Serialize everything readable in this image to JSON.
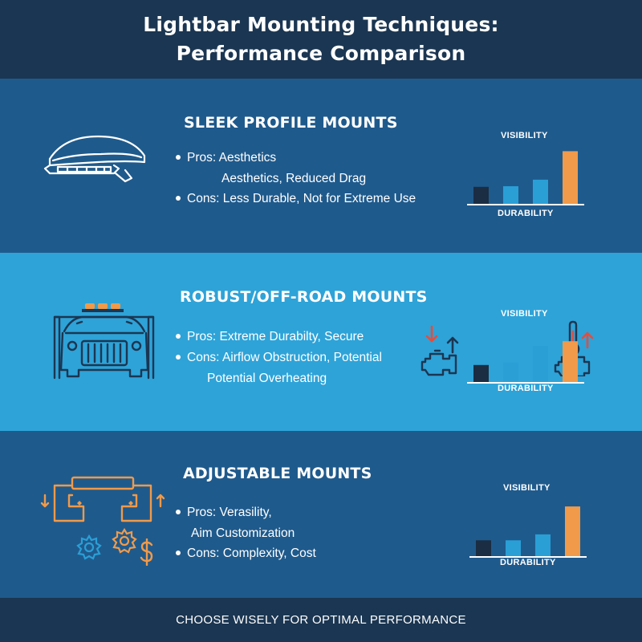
{
  "header": {
    "title_line1": "Lightbar Mounting Techniques:",
    "title_line2": "Performance Comparison"
  },
  "sections": [
    {
      "title": "SLEEK PROFILE MOUNTS",
      "pros_label": "Pros: Aesthetics",
      "pros_cont": "Aesthetics, Reduced Drag",
      "cons_label": "Cons: Less Durable, Not for Extreme Use",
      "icon": "vehicle-roof-lightbar-icon"
    },
    {
      "title": "ROBUST/OFF-ROAD MOUNTS",
      "pros_label": "Pros: Extreme Durabilty, Secure",
      "cons_label": "Cons: Airflow Obstruction, Potential",
      "cons_cont": "Potential Overheating",
      "icon": "offroad-truck-roof-rack-icon",
      "side_icons": [
        "engine-airflow-icon",
        "engine-temperature-icon"
      ]
    },
    {
      "title": "ADJUSTABLE MOUNTS",
      "pros_label": "Pros: Verasility,",
      "pros_cont": "Aim Customization",
      "cons_label": "Cons: Complexity, Cost",
      "icon": "adjustable-bracket-icon",
      "extra_icons": [
        "gear-icon",
        "gear-icon",
        "dollar-icon"
      ]
    }
  ],
  "footer": {
    "text": "CHOOSE WISELY FOR OPTIMAL PERFORMANCE"
  },
  "colors": {
    "bar_dark": "#1b2d42",
    "bar_blue": "#2a9fd6",
    "bar_orange": "#f09a4a",
    "accent_orange": "#f09a4a",
    "accent_red": "#e74c3c"
  },
  "chart_data": [
    {
      "type": "bar",
      "ylabel": "VISIBILITY",
      "xlabel": "DURABILITY",
      "values": [
        0.3,
        0.31,
        0.42,
        0.9
      ],
      "colors": [
        "#1b2d42",
        "#2a9fd6",
        "#2a9fd6",
        "#f09a4a"
      ]
    },
    {
      "type": "bar",
      "ylabel": "VISIBILITY",
      "xlabel": "DURABILITY",
      "values": [
        0.3,
        0.34,
        0.62,
        0.7
      ],
      "colors": [
        "#1b2d42",
        "#2a9fd6",
        "#2a9fd6",
        "#f09a4a"
      ]
    },
    {
      "type": "bar",
      "ylabel": "VISIBILITY",
      "xlabel": "DURABILITY",
      "values": [
        0.28,
        0.28,
        0.38,
        0.85
      ],
      "colors": [
        "#1b2d42",
        "#2a9fd6",
        "#2a9fd6",
        "#f09a4a"
      ]
    }
  ]
}
